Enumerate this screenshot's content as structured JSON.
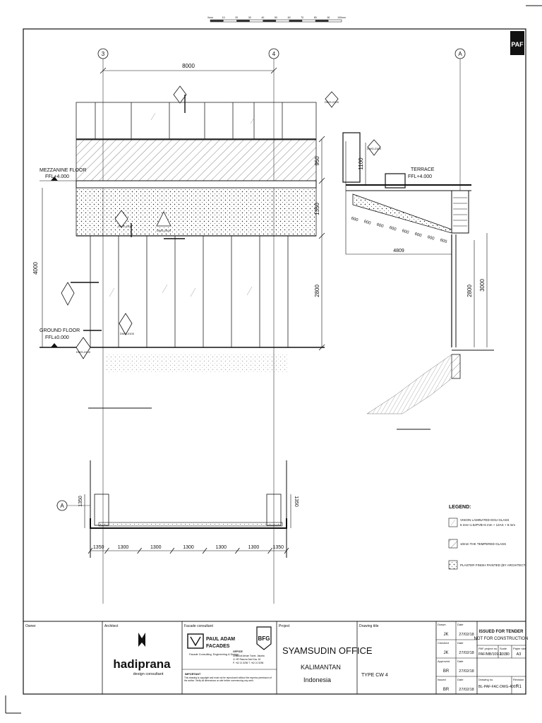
{
  "scale_bar": {
    "ticks": [
      "0mm",
      "10",
      "20",
      "30",
      "40",
      "50",
      "60",
      "70",
      "80",
      "90",
      "100mm"
    ]
  },
  "logo_corner": {
    "text": "PAF"
  },
  "section": {
    "grid_left": "3",
    "grid_mid": "4",
    "grid_right": "A",
    "dim_top": "8000",
    "mezzanine_label": "MEZZANINE FLOOR",
    "mezzanine_level": "FFL+4.000",
    "ground_label": "GROUND FLOOR",
    "ground_level": "FFL±0.000",
    "dim_950": "950",
    "dim_1350": "1350",
    "dim_2800": "2800",
    "dim_4000": "4000",
    "terrace_label": "TERRACE",
    "terrace_level": "FFL+4.000",
    "dim_1100": "1100",
    "dim_2800b": "2800",
    "dim_3000": "3000",
    "dim_4809": "4809",
    "canopy_dims": [
      "600",
      "600",
      "600",
      "600",
      "600",
      "600",
      "600",
      "605"
    ],
    "tag_text": "DWG-0100"
  },
  "plan": {
    "grid": "A",
    "dim_left": "1350",
    "dim_right": "1350",
    "bottom_dims": [
      "1350",
      "1300",
      "1300",
      "1300",
      "1300",
      "1300",
      "1350"
    ]
  },
  "legend": {
    "title": "LEGEND:",
    "items": [
      {
        "label": "VISION LAMINATED DGU GLASS",
        "sub": "6 mm+1.52PVB+6 mm + 12AS + 8 mm"
      },
      {
        "label": "10mm THK TEMPERED GLASS",
        "sub": ""
      },
      {
        "label": "PLASTER FINISH PAINTED (BY ARCHITECT)",
        "sub": ""
      }
    ]
  },
  "title_block": {
    "owner_label": "Owner",
    "architect_label": "Architect",
    "architect_name": "hadiprana",
    "architect_sub": "design consultant",
    "facade_label": "Facade consultant",
    "facade_name_1": "PAUL ADAM",
    "facade_name_2": "FACADES",
    "facade_sub": "Facade Consulting, Engineering & Design",
    "facade_badge": "BFG",
    "office_label": "OFFICE",
    "office_lines": [
      "Setiabudi Atrium Tower, Jakarta",
      "Jl. HR Rasuna Said Kav. 62",
      "P. +62 21 5296 T. +62 21 5296"
    ],
    "important_label": "IMPORTANT",
    "important_text": "This drawing is copyright and must not be reproduced without the express permission of the author. Verify all dimensions on site before commencing any work.",
    "project_label": "Project",
    "project_name": "SYAMSUDIN OFFICE",
    "project_city": "KALIMANTAN",
    "project_country": "Indonesia",
    "drawing_title_label": "Drawing title",
    "drawing_title": "TYPE CW 4",
    "drawn_label": "Drawn",
    "drawn": "JK",
    "checked_label": "Checked",
    "checked": "JK",
    "approved_label": "Approved",
    "approved": "BR",
    "date_label": "Date",
    "dates": [
      "27/02/18",
      "27/02/18",
      "27/02/18",
      "27/02/18"
    ],
    "issued_label": "Issued",
    "issued": "BR",
    "status_1": "ISSUED FOR TENDER",
    "status_2": "NOT FOR CONSTRUCTION",
    "project_no_label": "PAF project no.",
    "project_no": "PAF/MB/109-2017",
    "scale_label": "Scale",
    "scale": "1 : 50",
    "paper_label": "Paper size",
    "paper": "A3",
    "drawing_no_label": "Drawing no.",
    "drawing_no": "BL-PAF-FAC-DWG-4007",
    "rev_label": "Revision",
    "rev": "R1"
  }
}
